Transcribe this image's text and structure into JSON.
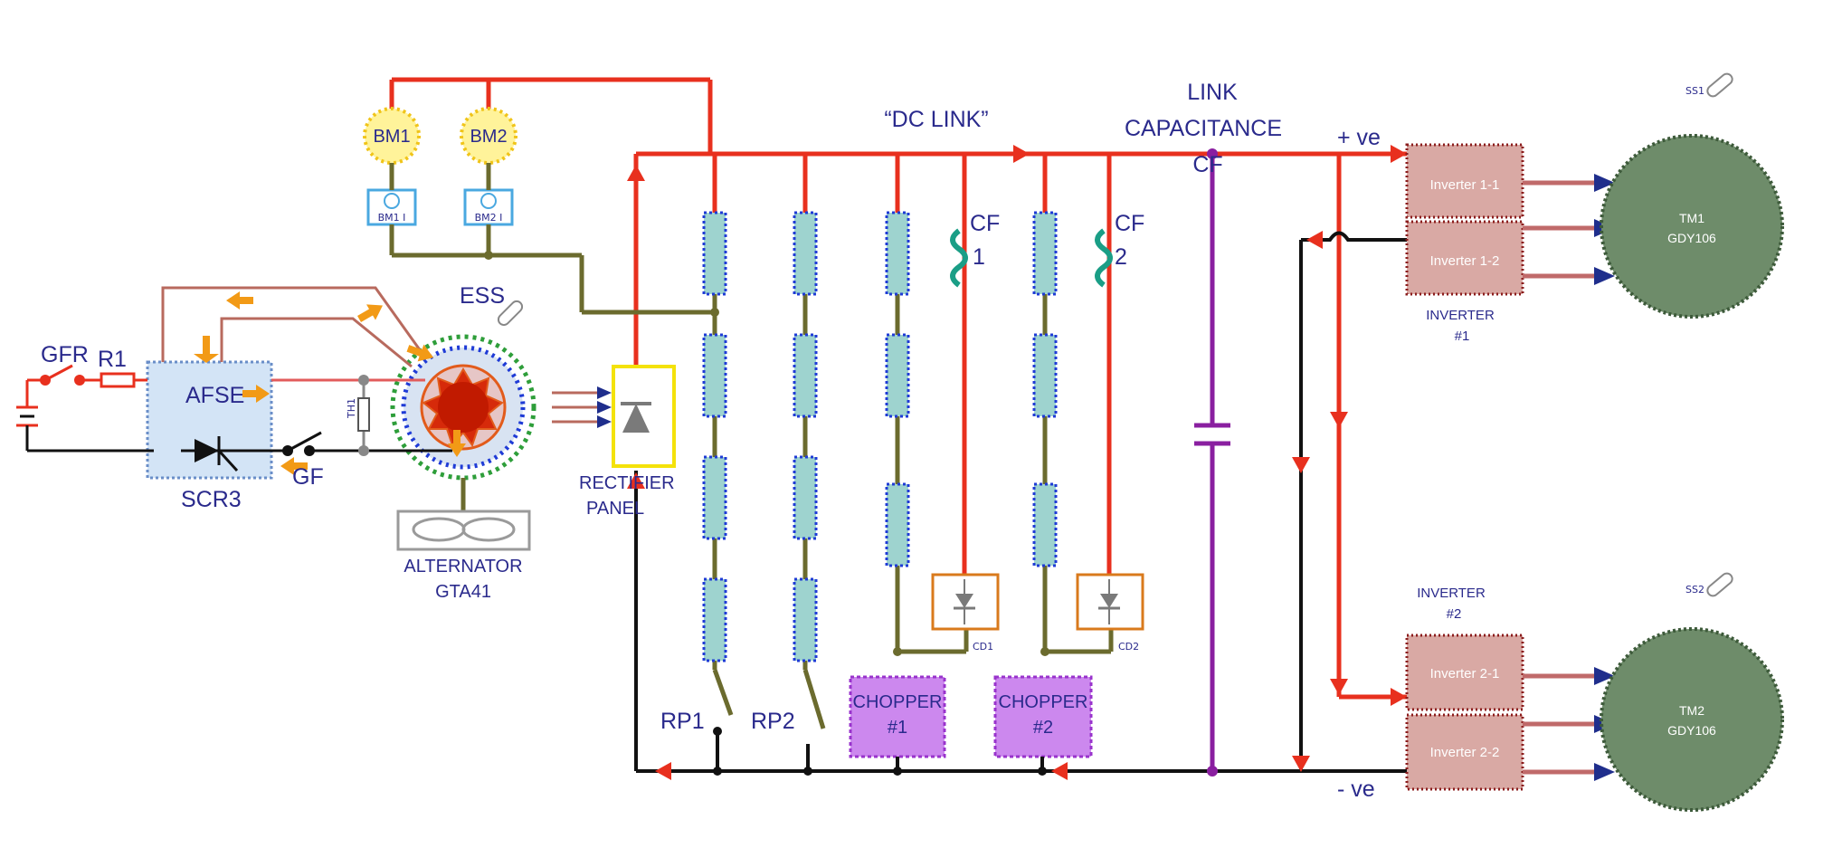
{
  "labels": {
    "dc_link": "“DC LINK”",
    "link_capacitance_1": "LINK",
    "link_capacitance_2": "CAPACITANCE",
    "link_capacitance_3": "CF",
    "plus_ve": "+ ve",
    "minus_ve": "- ve",
    "ess": "ESS",
    "gfr": "GFR",
    "r1": "R1",
    "afse": "AFSE",
    "scr3": "SCR3",
    "gf": "GF",
    "th1": "TH1",
    "alternator_1": "ALTERNATOR",
    "alternator_2": "GTA41",
    "rectifier_1": "RECTIFIER",
    "rectifier_2": "PANEL",
    "bm1": "BM1",
    "bm2": "BM2",
    "bm1_small": "BM1 I",
    "bm2_small": "BM2 I",
    "cf1_a": "CF",
    "cf1_b": "1",
    "cf2_a": "CF",
    "cf2_b": "2",
    "cd1": "CD1",
    "cd2": "CD2",
    "rp1": "RP1",
    "rp2": "RP2",
    "chopper1_a": "CHOPPER",
    "chopper1_b": "#1",
    "chopper2_a": "CHOPPER",
    "chopper2_b": "#2",
    "inverter1_1": "Inverter 1-1",
    "inverter1_2": "Inverter 1-2",
    "inverter1_label_a": "INVERTER",
    "inverter1_label_b": "#1",
    "inverter2_1": "Inverter 2-1",
    "inverter2_2": "Inverter 2-2",
    "inverter2_label_a": "INVERTER",
    "inverter2_label_b": "#2",
    "tm1_a": "TM1",
    "tm1_b": "GDY106",
    "tm2_a": "TM2",
    "tm2_b": "GDY106",
    "ss1": "SS1",
    "ss2": "SS2"
  },
  "colors": {
    "positive_bus": "#e8301e",
    "negative_bus": "#111111",
    "capacitor": "#8a1fa0",
    "resistor_fill": "#9ed3cf",
    "traction_motor": "#6e8c6a"
  }
}
